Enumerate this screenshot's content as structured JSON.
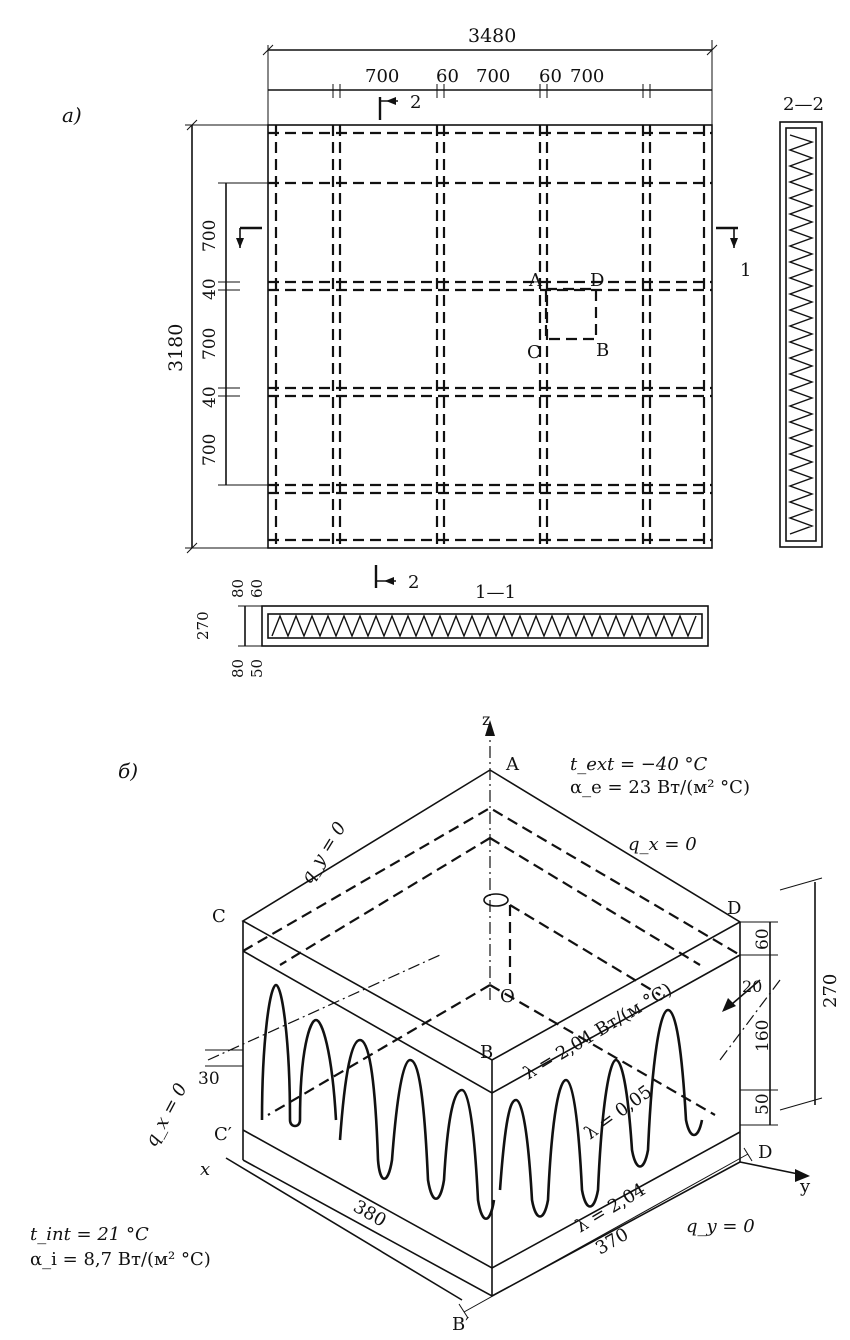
{
  "part_a": {
    "label": "а)",
    "dim_total_width": "3480",
    "dim_segments": [
      "700",
      "60",
      "700",
      "60",
      "700"
    ],
    "dim_total_height": "3180",
    "dim_vertical": [
      "700",
      "40",
      "700",
      "40",
      "700"
    ],
    "point_labels": {
      "a": "A",
      "d": "D",
      "c": "C",
      "b": "B"
    },
    "section_marks": {
      "s2_top": "2",
      "s2_bottom": "2",
      "s1": "1"
    },
    "section_22_title": "2—2",
    "section_11_title": "1—1",
    "section_11_dims": {
      "top_a": "80",
      "top_b": "60",
      "height": "270",
      "bottom_a": "80",
      "bottom_b": "50"
    }
  },
  "part_b": {
    "label": "б)",
    "axes": {
      "z": "z",
      "x": "x",
      "y": "y"
    },
    "points": {
      "a": "A",
      "c": "C",
      "d": "D",
      "b": "B",
      "o": "O",
      "c_prime": "C′",
      "d_prime": "D",
      "b_prime": "B′"
    },
    "ext_temp": "t_ext = −40 °C",
    "ext_alpha": "α_e = 23 Вт/(м²  °С)",
    "int_temp": "t_int = 21 °C",
    "int_alpha": "α_i = 8,7 Вт/(м² °С)",
    "bc_qy_top": "q_y = 0",
    "bc_qx_top": "q_x = 0",
    "bc_qx_left": "q_x = 0",
    "bc_qy_bottom": "q_y = 0",
    "lambda_top": "λ = 2,04 Вт/(м °С)",
    "lambda_mid": "λ = 0,05",
    "lambda_bottom": "λ = 2,04",
    "dims_right": [
      "60",
      "160",
      "50"
    ],
    "dim_total_right": "270",
    "dim_20": "20",
    "dim_30": "30",
    "dim_380": "380",
    "dim_370": "370"
  }
}
